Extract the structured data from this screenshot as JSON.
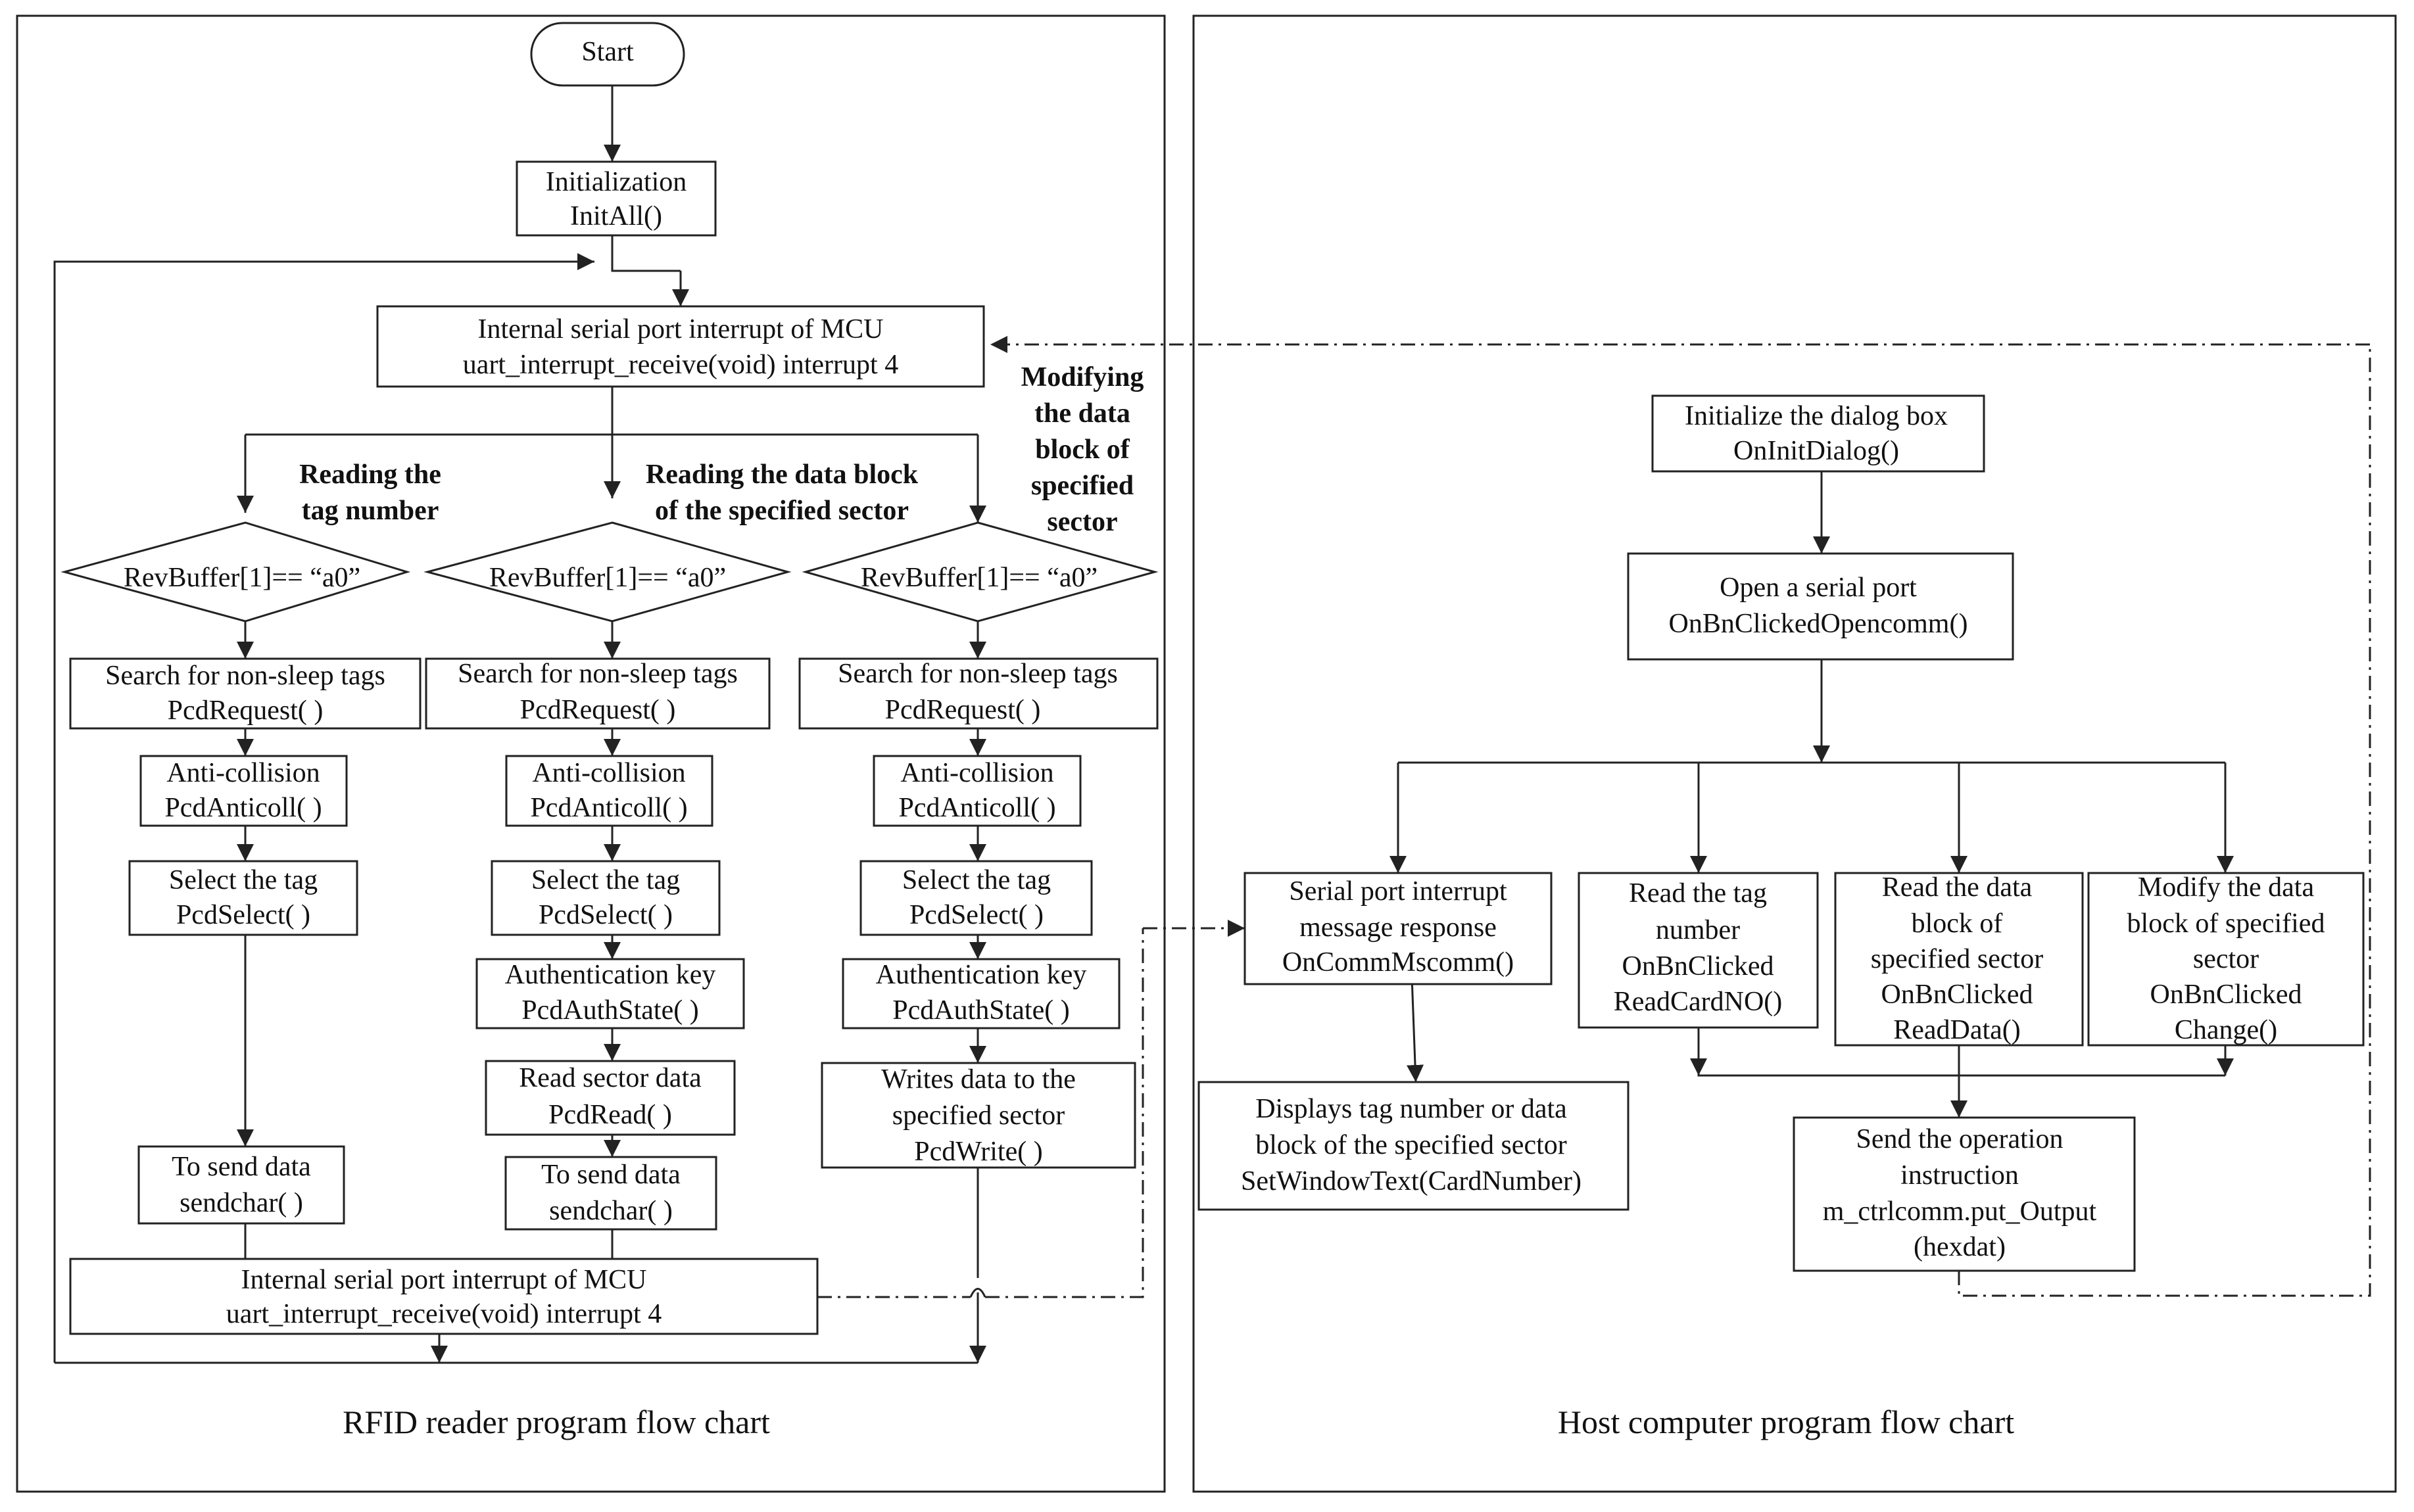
{
  "rfid": {
    "caption": "RFID reader program flow chart",
    "start": "Start",
    "init": [
      "Initialization",
      "InitAll()"
    ],
    "uart": [
      "Internal serial port interrupt of MCU",
      "uart_interrupt_receive(void) interrupt 4"
    ],
    "branch_labels": {
      "tag": [
        "Reading the",
        "tag number"
      ],
      "read": [
        "Reading the data block",
        "of the specified sector"
      ],
      "modify": [
        "Modifying",
        "the data",
        "block of",
        "specified",
        "sector"
      ]
    },
    "col1": {
      "condition": "RevBuffer[1]== “a0”",
      "search": [
        "Search for non-sleep tags",
        "PcdRequest( )"
      ],
      "anticoll": [
        "Anti-collision",
        "PcdAnticoll( )"
      ],
      "select": [
        "Select the tag",
        "PcdSelect( )"
      ],
      "send": [
        "To send data",
        "sendchar( )"
      ]
    },
    "col2": {
      "condition": "RevBuffer[1]== “a0”",
      "search": [
        "Search for  non-sleep tags",
        "PcdRequest( )"
      ],
      "anticoll": [
        "Anti-collision",
        "PcdAnticoll( )"
      ],
      "select": [
        "Select the tag",
        "PcdSelect( )"
      ],
      "auth": [
        "Authentication key",
        "PcdAuthState( )"
      ],
      "read": [
        "Read sector data",
        "PcdRead( )"
      ],
      "send": [
        "To send data",
        "sendchar( )"
      ]
    },
    "col3": {
      "condition": "RevBuffer[1]== “a0”",
      "search": [
        "Search for  non-sleep tags",
        "PcdRequest( )"
      ],
      "anticoll": [
        "Anti-collision",
        "PcdAnticoll( )"
      ],
      "select": [
        "Select the tag",
        "PcdSelect( )"
      ],
      "auth": [
        "Authentication key",
        "PcdAuthState( )"
      ],
      "write": [
        "Writes data to the",
        "specified sector",
        "PcdWrite( )"
      ]
    },
    "uart_bottom": [
      "Internal serial port interrupt of MCU",
      "uart_interrupt_receive(void) interrupt 4"
    ]
  },
  "host": {
    "caption": "Host computer program flow chart",
    "init_dialog": [
      "Initialize the dialog box",
      "OnInitDialog()"
    ],
    "open_port": [
      "Open a serial port",
      "OnBnClickedOpencomm()"
    ],
    "serial_response": [
      "Serial port interrupt",
      "message response",
      "OnCommMscomm()"
    ],
    "read_tag": [
      "Read the tag",
      "number",
      "OnBnClicked",
      "ReadCardNO()"
    ],
    "read_data": [
      "Read the data",
      "block of",
      "specified sector",
      "OnBnClicked",
      "ReadData()"
    ],
    "modify_data": [
      "Modify the data",
      "block of specified",
      "sector",
      "OnBnClicked",
      "Change()"
    ],
    "display": [
      "Displays tag number or data",
      "block of the specified sector",
      "SetWindowText(CardNumber)"
    ],
    "send_instruction": [
      "Send the operation",
      "instruction",
      "m_ctrlcomm.put_Output",
      "(hexdat)"
    ]
  }
}
